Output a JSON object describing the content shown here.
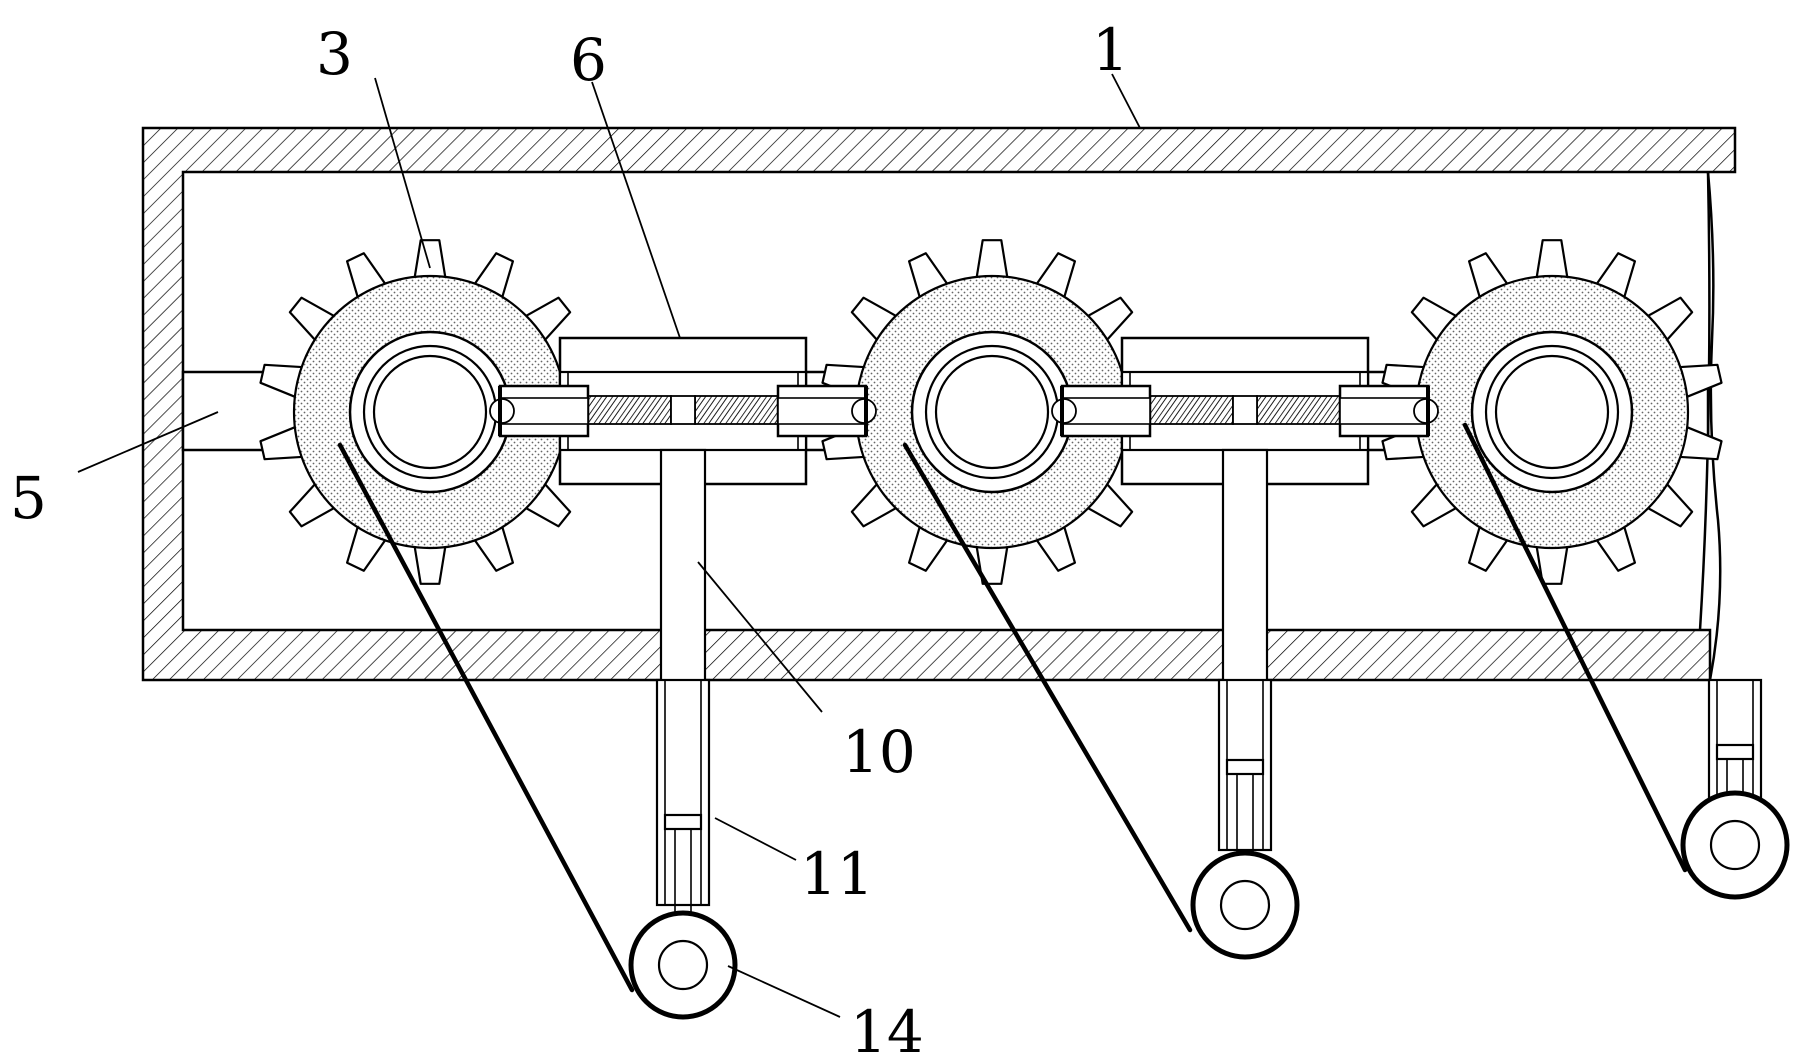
{
  "labels": {
    "housing": "1",
    "gear": "3",
    "slide_bar": "5",
    "sleeve": "6",
    "rod": "10",
    "telescopic_rod": "11",
    "roller": "14"
  },
  "colors": {
    "line": "#000000",
    "stipple": "#bdbdbd",
    "background": "#ffffff"
  }
}
